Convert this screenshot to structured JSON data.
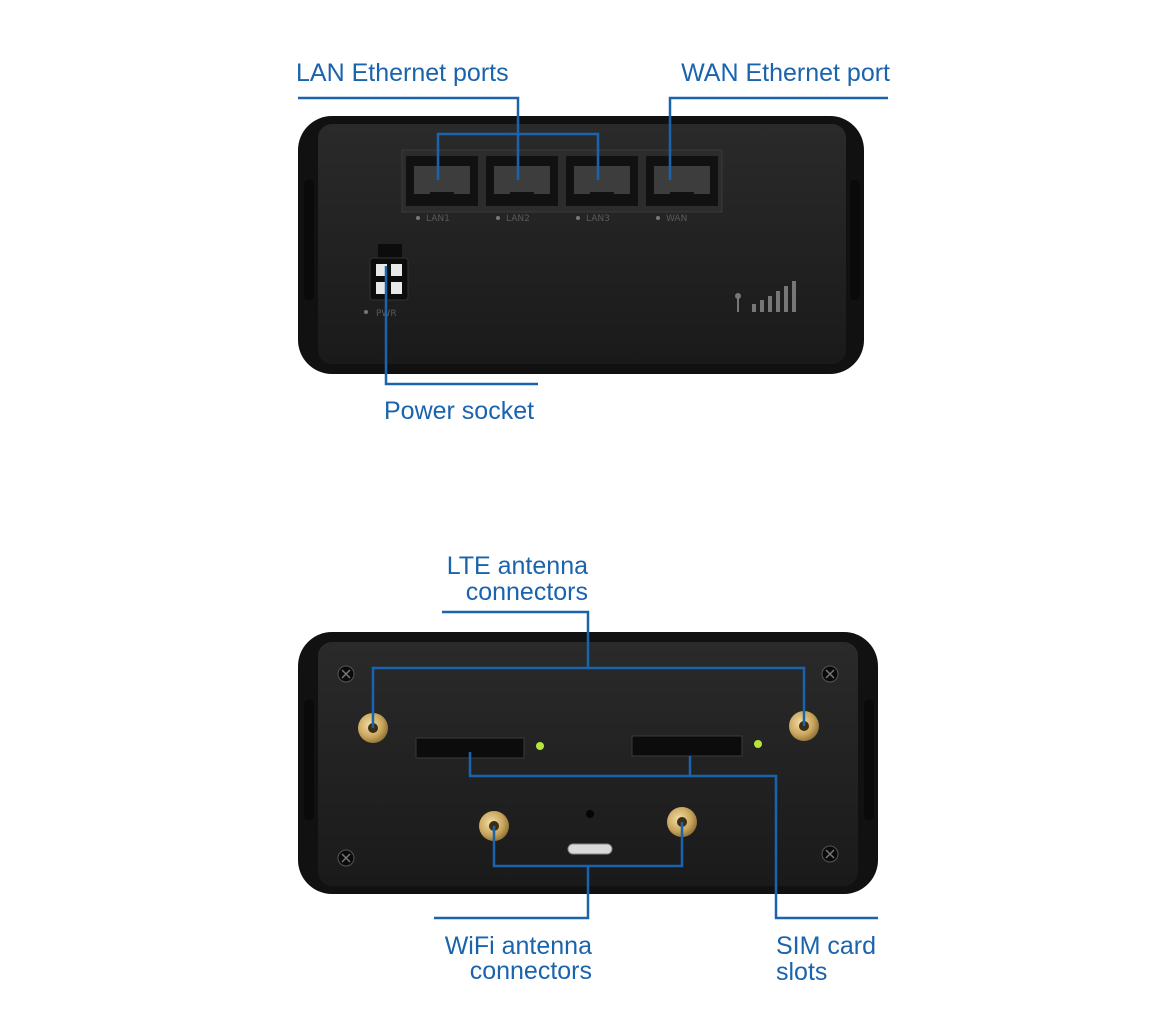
{
  "colors": {
    "callout_line": "#1a63ad",
    "callout_text": "#1a63ad",
    "device_body": "#1c1c1c",
    "device_bumper": "#0f0f0f",
    "led": "#b8e53a",
    "connector_gold": "#c8a45a"
  },
  "front_view": {
    "callouts": {
      "lan": "LAN Ethernet ports",
      "wan": "WAN Ethernet port",
      "power": "Power socket"
    },
    "port_labels": [
      "LAN1",
      "LAN2",
      "LAN3",
      "WAN"
    ],
    "power_label": "PWR"
  },
  "back_view": {
    "callouts": {
      "lte_line1": "LTE antenna",
      "lte_line2": "connectors",
      "wifi_line1": "WiFi antenna",
      "wifi_line2": "connectors",
      "sim_line1": "SIM card",
      "sim_line2": "slots"
    }
  }
}
